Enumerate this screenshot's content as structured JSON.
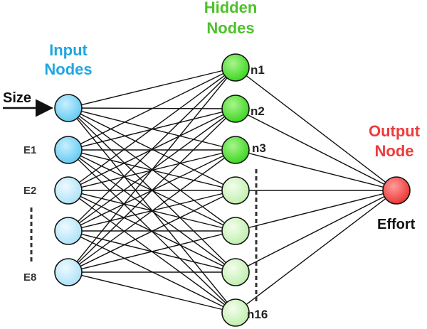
{
  "colors": {
    "input_header": "#1ea7e1",
    "hidden_header": "#4ec12b",
    "output_header": "#ee3b3b",
    "edge": "#111111"
  },
  "headers": {
    "input_line1": "Input",
    "input_line2": "Nodes",
    "hidden_line1": "Hidden",
    "hidden_line2": "Nodes",
    "output_line1": "Output",
    "output_line2": "Node"
  },
  "labels": {
    "size": "Size",
    "e1": "E1",
    "e2": "E2",
    "e8": "E8",
    "n1": "n1",
    "n2": "n2",
    "n3": "n3",
    "n16": "n16",
    "effort": "Effort"
  },
  "layers": {
    "input_count": 5,
    "hidden_count": 7,
    "output_count": 1
  }
}
